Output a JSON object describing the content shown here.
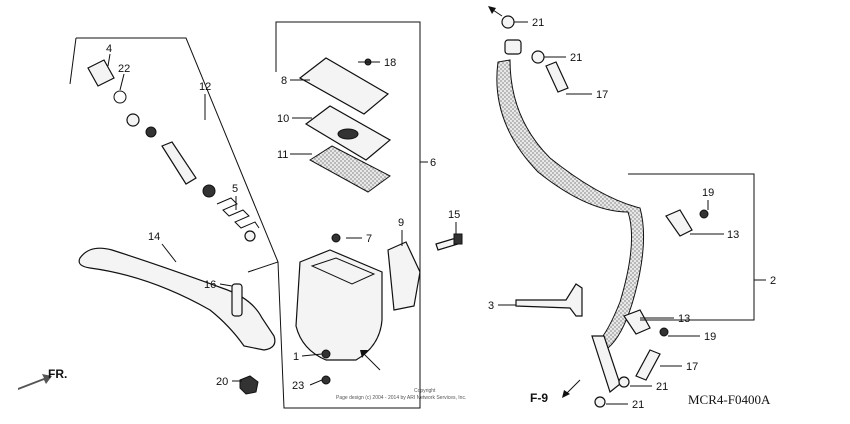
{
  "labels": {
    "p1": "1",
    "p2": "2",
    "p3": "3",
    "p4": "4",
    "p5": "5",
    "p6": "6",
    "p7": "7",
    "p8": "8",
    "p9": "9",
    "p10": "10",
    "p11": "11",
    "p12": "12",
    "p13a": "13",
    "p13b": "13",
    "p14": "14",
    "p15": "15",
    "p16": "16",
    "p17a": "17",
    "p17b": "17",
    "p18": "18",
    "p19a": "19",
    "p19b": "19",
    "p20": "20",
    "p21a": "21",
    "p21b": "21",
    "p21c": "21",
    "p21d": "21",
    "p22": "22",
    "p23": "23"
  },
  "direction_label": "FR.",
  "ref_label": "F-9",
  "diagram_code": "MCR4-F0400A",
  "copyright": {
    "line1": "Copyright",
    "line2": "Page design (c) 2004 - 2014 by ARI Network Services, Inc."
  }
}
